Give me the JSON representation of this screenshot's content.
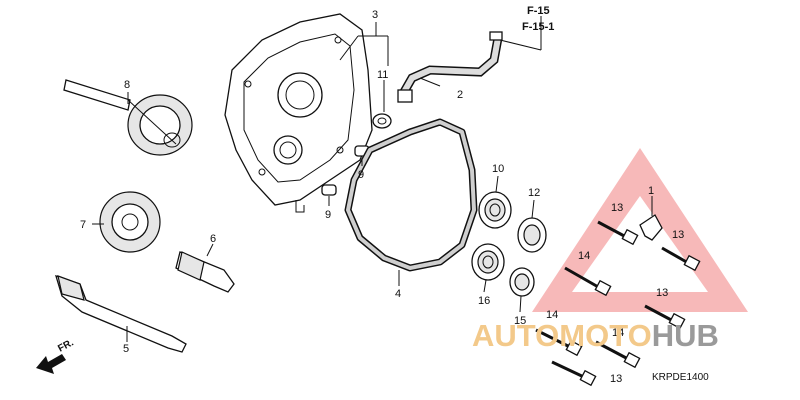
{
  "refs": {
    "ref1": "F-15",
    "ref2": "F-15-1"
  },
  "labels": {
    "p1": "1",
    "p2": "2",
    "p3": "3",
    "p4": "4",
    "p5": "5",
    "p6": "6",
    "p7": "7",
    "p8": "8",
    "p9a": "9",
    "p9b": "9",
    "p10": "10",
    "p11": "11",
    "p12": "12",
    "p13a": "13",
    "p13b": "13",
    "p13c": "13",
    "p13d": "13",
    "p14a": "14",
    "p14b": "14",
    "p14c": "14",
    "p15": "15",
    "p16": "16"
  },
  "front_marker": "FR.",
  "diagram_code": "KRPDE1400",
  "watermark": {
    "part1": "AUTOMOTO",
    "part2": "HUB",
    "accent": "#f08080"
  }
}
